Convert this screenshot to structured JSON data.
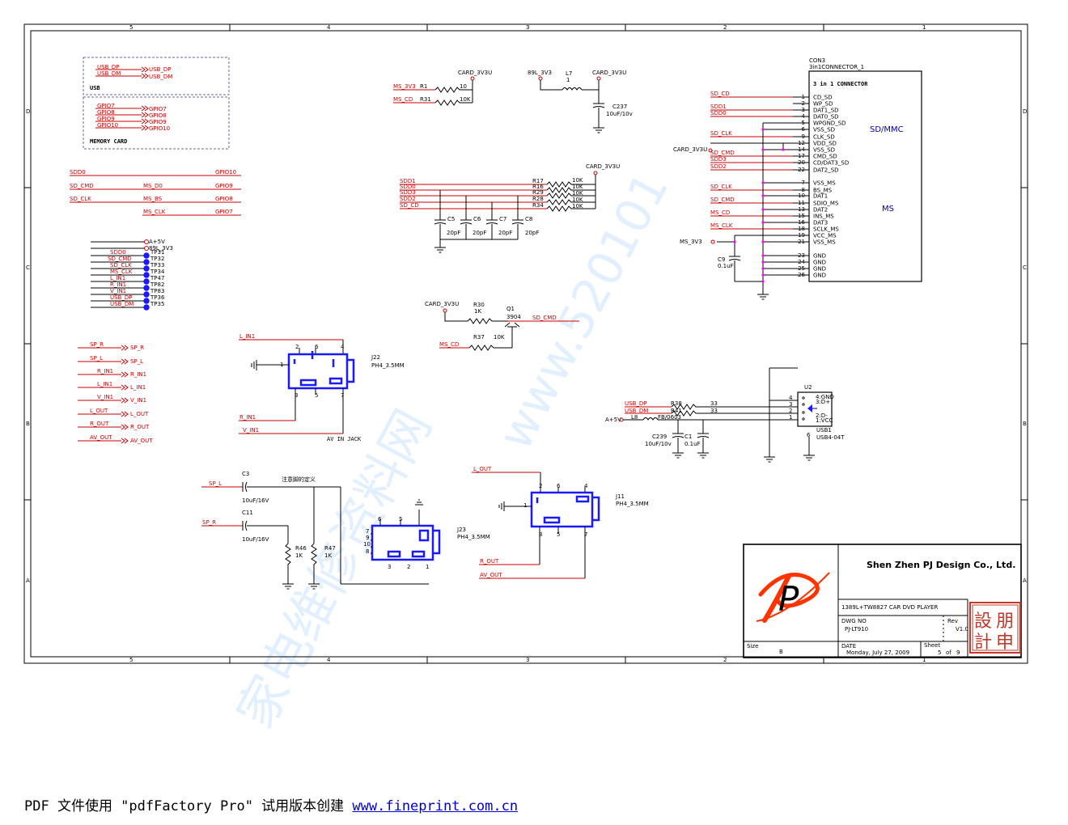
{
  "frame": {
    "cols": [
      "5",
      "4",
      "3",
      "2",
      "1"
    ],
    "rows": [
      "D",
      "C",
      "B",
      "A"
    ]
  },
  "usb_block": {
    "label": "USB",
    "nets": [
      "USB_DP",
      "USB_DM"
    ]
  },
  "memcard_block": {
    "label": "MEMORY CARD",
    "nets": [
      "GPIO7",
      "GPIO8",
      "GPIO9",
      "GPIO10"
    ]
  },
  "mapping": [
    {
      "left": "SDD0",
      "mid": "",
      "right": "GPIO10"
    },
    {
      "left": "SD_CMD",
      "mid": "MS_D0",
      "right": "GPIO9"
    },
    {
      "left": "SD_CLK",
      "mid": "MS_BS",
      "right": "GPIO8"
    },
    {
      "left": "",
      "mid": "MS_CLK",
      "right": "GPIO7"
    }
  ],
  "testpoints": {
    "power": [
      "A+5V",
      "89L_3V3"
    ],
    "nets": [
      "SDD0",
      "SD_CMD",
      "SD_CLK",
      "MS_CLK",
      "L_IN1",
      "R_IN1",
      "V_IN1",
      "USB_DP",
      "USB_DM"
    ],
    "tps": [
      "TP31",
      "TP32",
      "TP33",
      "TP34",
      "TP47",
      "TP82",
      "TP83",
      "TP36",
      "TP35"
    ]
  },
  "ports": [
    "SP_R",
    "SP_L",
    "R_IN1",
    "L_IN1",
    "V_IN1",
    "L_OUT",
    "R_OUT",
    "AV_OUT"
  ],
  "pullup": {
    "card": "CARD_3V3U",
    "r1": "R1",
    "r1v": "10",
    "r31": "R31",
    "r31v": "10K",
    "n1": "MS_3V3",
    "n2": "MS_CD"
  },
  "l7": {
    "src": "89L_3V3",
    "ref": "L7",
    "val": "1",
    "out": "CARD_3V3U",
    "cap": "C237",
    "capv": "10uF/10v"
  },
  "sdbus": {
    "card": "CARD_3V3U",
    "nets": [
      "SDD1",
      "SDD0",
      "SDD3",
      "SDD2",
      "SD_CD"
    ],
    "res": [
      "R17",
      "R16",
      "R29",
      "R28",
      "R34"
    ],
    "val": "10K",
    "caps": [
      "C5",
      "C6",
      "C7",
      "C8"
    ],
    "capv": "20pF"
  },
  "q1": {
    "card": "CARD_3V3U",
    "r30": "R30",
    "r30v": "1K",
    "ref": "Q1",
    "type": "3904",
    "out": "SD_CMD",
    "r37": "R37",
    "r37v": "10K",
    "in": "MS_CD"
  },
  "j22": {
    "ref": "J22",
    "type": "PH4_3.5MM",
    "l": "L_IN1",
    "r": "R_IN1",
    "v": "V_IN1",
    "caption": "AV  IN  JACK",
    "pins": [
      "2",
      "6",
      "4",
      "1",
      "3",
      "5",
      "7"
    ]
  },
  "sp": {
    "l": "SP_L",
    "r": "SP_R",
    "c3": "C3",
    "c11": "C11",
    "capv": "10uF/16V",
    "note": "注意脚的定义",
    "r46": "R46",
    "r47": "R47",
    "rv": "1K"
  },
  "j23": {
    "ref": "J23",
    "type": "PH4_3.5MM",
    "pins": [
      "6",
      "5",
      "7",
      "9",
      "10",
      "8",
      "3",
      "2",
      "1"
    ]
  },
  "j11": {
    "ref": "J11",
    "type": "PH4_3.5MM",
    "l": "L_OUT",
    "r": "R_OUT",
    "av": "AV_OUT",
    "pins": [
      "2",
      "6",
      "4",
      "1",
      "3",
      "5",
      "7"
    ]
  },
  "usb1": {
    "dp": "USB_DP",
    "dm": "USB_DM",
    "r38": "R38",
    "r41": "R41",
    "rv": "33",
    "pwr": "A+5V",
    "l8": "L8",
    "l8v": "FB/0603",
    "c239": "C239",
    "c239v": "10uF/10v",
    "c1": "C1",
    "c1v": "0.1uF",
    "ref": "USB1",
    "type": "USB4-04T",
    "pins": [
      "4",
      "3",
      "2",
      "1"
    ],
    "u2": "U2",
    "sh": "6",
    "labels": [
      "4:GND",
      "3:D+",
      "2:D-",
      "1:VCC"
    ]
  },
  "con3": {
    "ref": "CON3",
    "type": "3in1CONNECTOR_1",
    "title": "3 in 1 CONNECTOR",
    "sec1": "SD/MMC",
    "sec2": "MS",
    "pins": [
      {
        "n": "1",
        "name": "CD_SD"
      },
      {
        "n": "2",
        "name": "WP_SD"
      },
      {
        "n": "3",
        "name": "DAT1_SD"
      },
      {
        "n": "4",
        "name": "DAT0_SD"
      },
      {
        "n": "5",
        "name": "WPGND_SD"
      },
      {
        "n": "6",
        "name": "VSS_SD"
      },
      {
        "n": "9",
        "name": "CLK_SD"
      },
      {
        "n": "12",
        "name": "VDD_SD"
      },
      {
        "n": "14",
        "name": "VSS_SD"
      },
      {
        "n": "17",
        "name": "CMD_SD"
      },
      {
        "n": "20",
        "name": "CD/DAT3_SD"
      },
      {
        "n": "22",
        "name": "DAT2_SD"
      },
      {
        "n": "7",
        "name": "VSS_MS"
      },
      {
        "n": "8",
        "name": "BS_MS"
      },
      {
        "n": "10",
        "name": "DAT1"
      },
      {
        "n": "11",
        "name": "SDIO_MS"
      },
      {
        "n": "13",
        "name": "DAT2"
      },
      {
        "n": "15",
        "name": "INS_MS"
      },
      {
        "n": "16",
        "name": "DAT3"
      },
      {
        "n": "18",
        "name": "SCLK_MS"
      },
      {
        "n": "19",
        "name": "VCC_MS"
      },
      {
        "n": "21",
        "name": "VSS_MS"
      },
      {
        "n": "23",
        "name": "GND"
      },
      {
        "n": "24",
        "name": "GND"
      },
      {
        "n": "25",
        "name": "GND"
      },
      {
        "n": "26",
        "name": "GND"
      }
    ],
    "nets": [
      "SD_CD",
      "SDD1",
      "SDD0",
      "SD_CLK",
      "SD_CMD",
      "SDD3",
      "SDD2",
      "SD_CLK",
      "SD_CMD",
      "MS_CD",
      "MS_CLK"
    ],
    "card": "CARD_3V3U",
    "ms": "MS_3V3",
    "c9": "C9",
    "c9v": "0.1uF"
  },
  "title_block": {
    "company": "Shen Zhen PJ Design Co., Ltd.",
    "title": "1389L+TW8827 CAR DVD PLAYER",
    "dwg_label": "DWG NO",
    "dwg": "PJ-LT910",
    "rev_label": "Rev",
    "rev": "V1.0",
    "size_label": "Size",
    "size": "B",
    "date_label": "DATE",
    "date": "Monday, July 27, 2009",
    "sheet_label": "Sheet",
    "sheet": "5",
    "of": "of",
    "sheets": "9",
    "stamp": [
      "朋",
      "設",
      "申",
      "計"
    ],
    "logo": "P"
  },
  "watermark": {
    "url": "www.520101",
    "cn": "家电维修资料网"
  },
  "footer": {
    "text": "PDF 文件使用 \"pdfFactory Pro\" 试用版本创建 ",
    "link": "www.fineprint.com.cn"
  }
}
